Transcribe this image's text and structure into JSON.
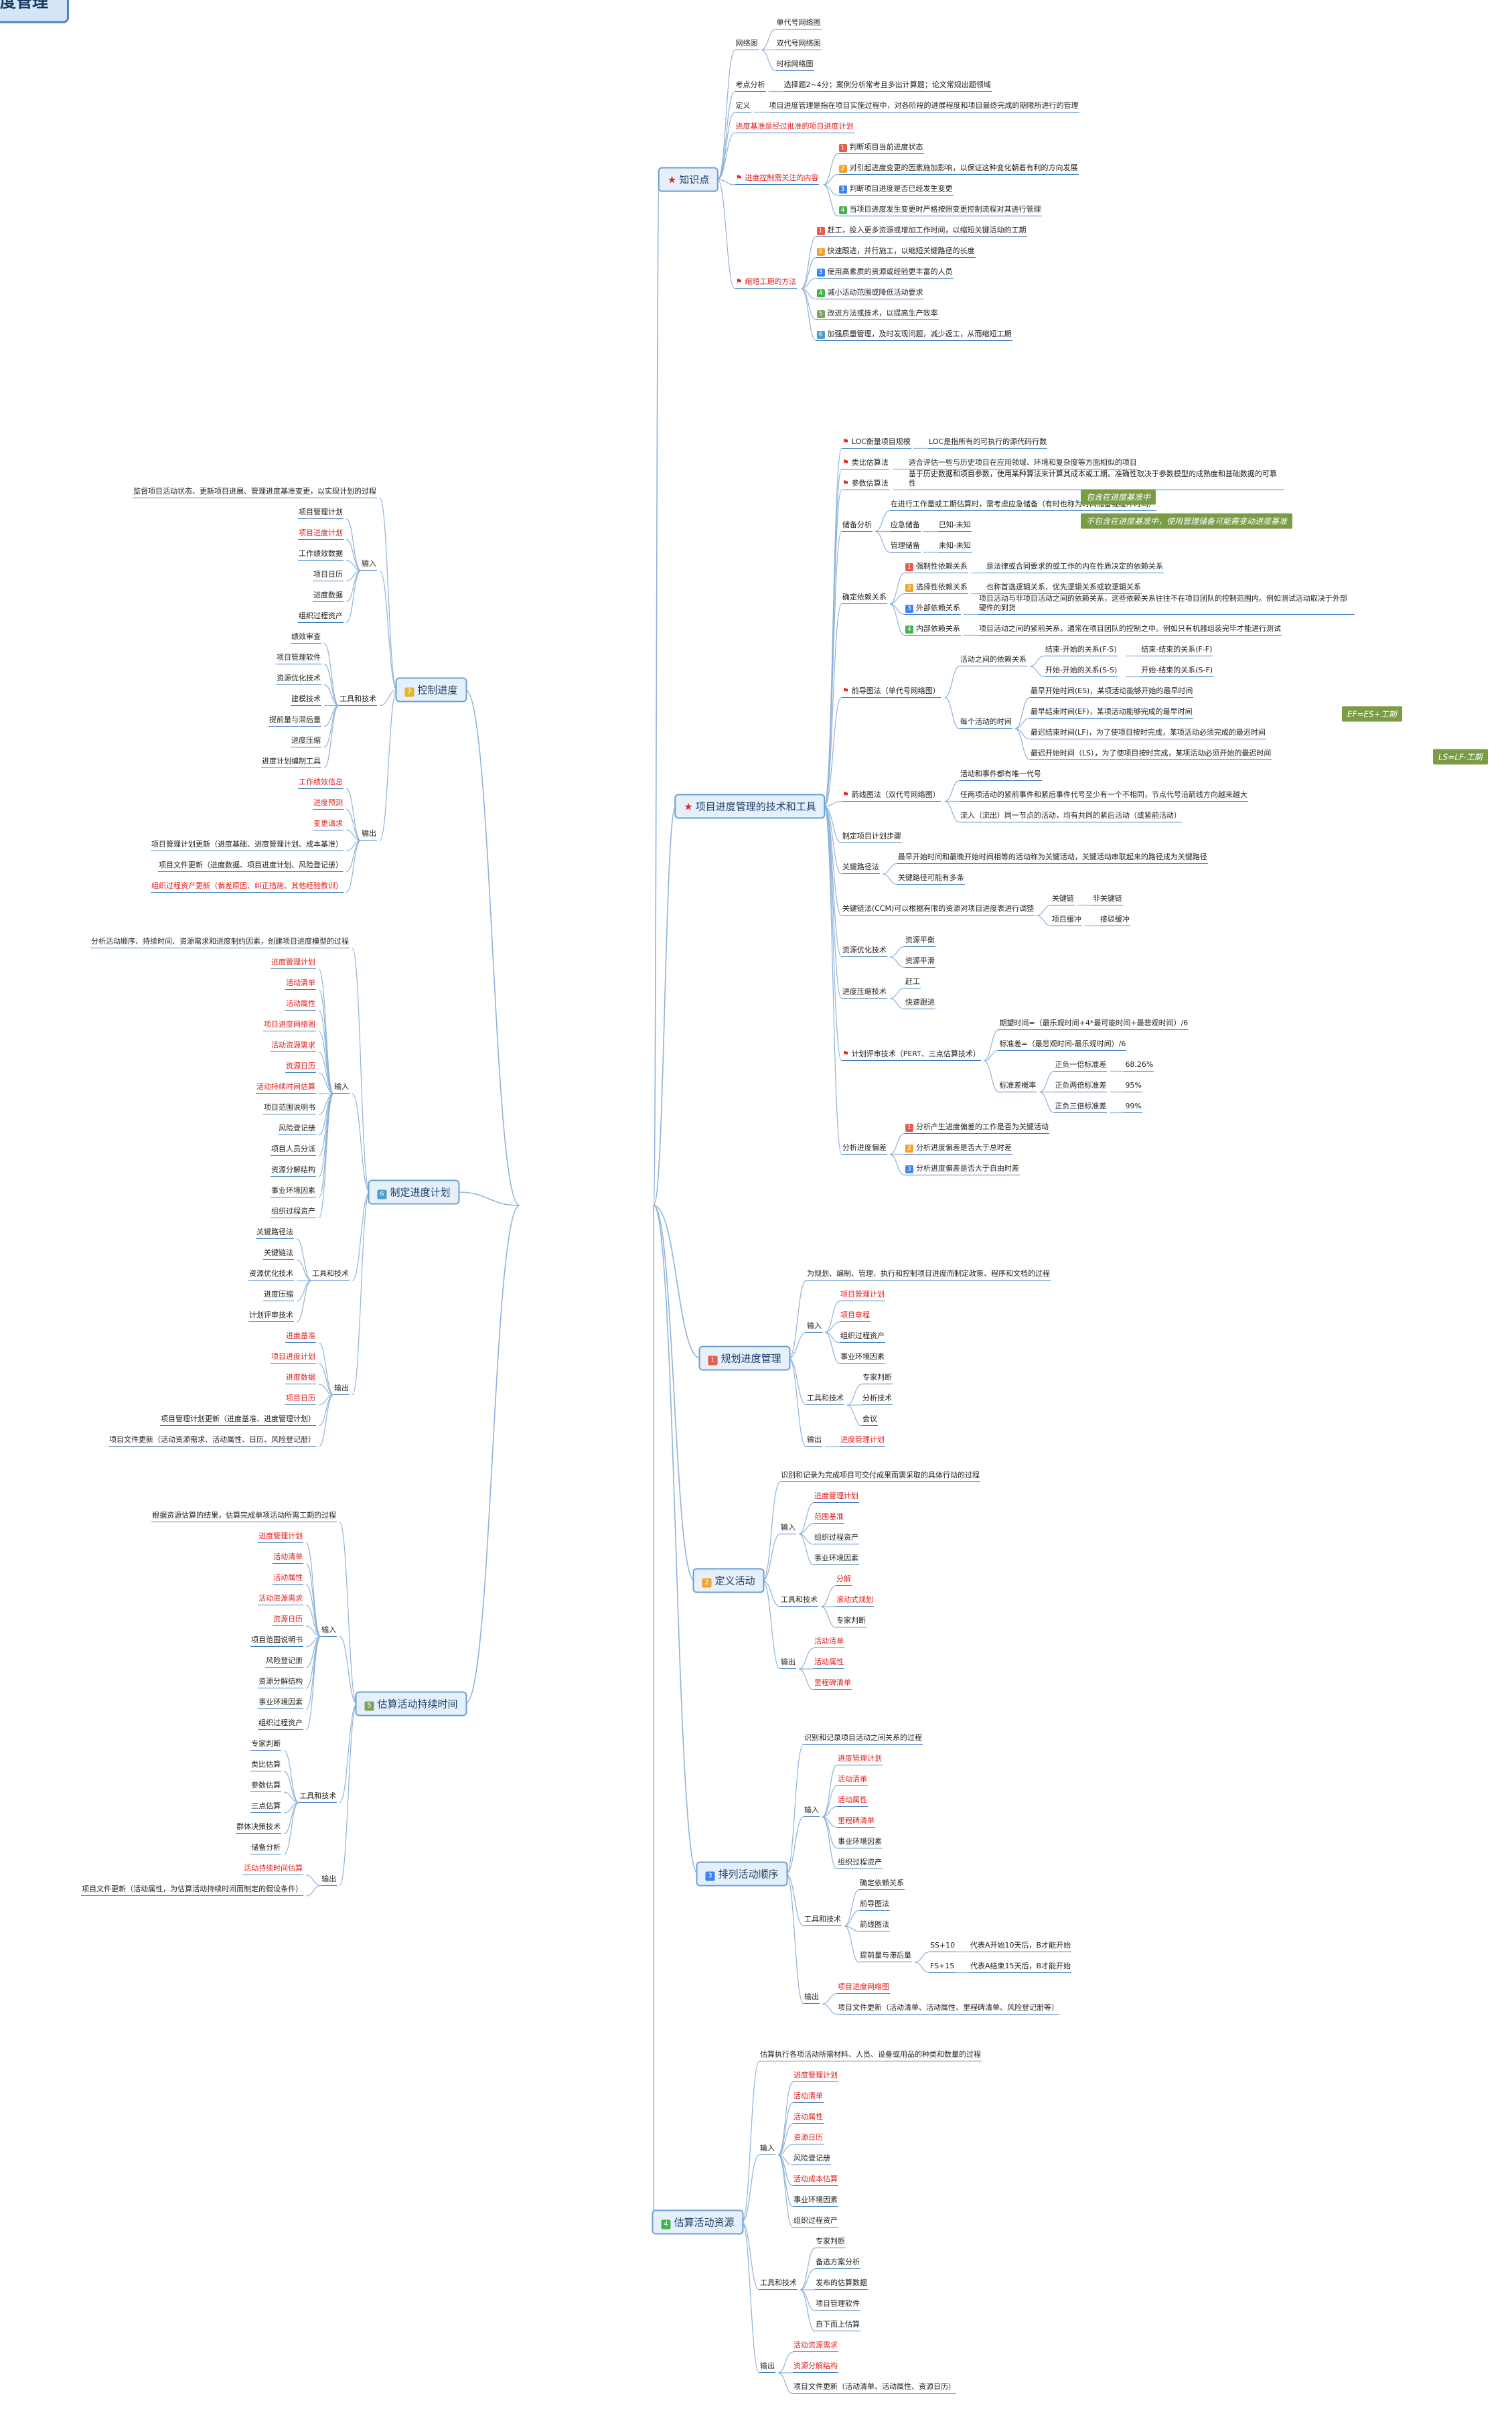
{
  "root": "项目进度管理",
  "branches": [
    {
      "label": "知识点",
      "icon": "star",
      "children": [
        {
          "label": "网络图",
          "children": [
            {
              "label": "单代号网络图"
            },
            {
              "label": "双代号网络图"
            },
            {
              "label": "时标网络图"
            }
          ]
        },
        {
          "label": "考点分析",
          "children": [
            {
              "label": "选择题2~4分；案例分析常考且多出计算题；论文常规出题领域"
            }
          ]
        },
        {
          "label": "定义",
          "children": [
            {
              "label": "项目进度管理是指在项目实施过程中，对各阶段的进展程度和项目最终完成的期限所进行的管理"
            }
          ]
        },
        {
          "label": "进度基准是经过批准的项目进度计划",
          "red": true
        },
        {
          "label": "进度控制需关注的内容",
          "red": true,
          "flag": true,
          "children": [
            {
              "label": "判断项目当前进度状态",
              "badge": "1"
            },
            {
              "label": "对引起进度变更的因素施加影响，以保证这种变化朝着有利的方向发展",
              "badge": "2"
            },
            {
              "label": "判断项目进度是否已经发生变更",
              "badge": "3"
            },
            {
              "label": "当项目进度发生变更时严格按照变更控制流程对其进行管理",
              "badge": "4"
            }
          ]
        },
        {
          "label": "缩短工期的方法",
          "red": true,
          "flag": true,
          "children": [
            {
              "label": "赶工，投入更多资源或增加工作时间，以缩短关键活动的工期",
              "badge": "1"
            },
            {
              "label": "快速跟进，并行施工，以缩短关键路径的长度",
              "badge": "2"
            },
            {
              "label": "使用高素质的资源或经验更丰富的人员",
              "badge": "3"
            },
            {
              "label": "减小活动范围或降低活动要求",
              "badge": "4"
            },
            {
              "label": "改进方法或技术，以提高生产效率",
              "badge": "5"
            },
            {
              "label": "加强质量管理，及时发现问题，减少返工，从而缩短工期",
              "badge": "6"
            }
          ]
        }
      ]
    },
    {
      "label": "项目进度管理的技术和工具",
      "icon": "star",
      "children": [
        {
          "label": "LOC衡量项目规模",
          "flag": true,
          "children": [
            {
              "label": "LOC是指所有的可执行的源代码行数"
            }
          ]
        },
        {
          "label": "类比估算法",
          "flag": true,
          "children": [
            {
              "label": "适合评估一些与历史项目在应用领域、环境和复杂度等方面相似的项目"
            }
          ]
        },
        {
          "label": "参数估算法",
          "flag": true,
          "children": [
            {
              "label": "基于历史数据和项目参数，使用某种算法来计算其成本或工期。准确性取决于参数模型的成熟度和基础数据的可靠性"
            }
          ]
        },
        {
          "label": "储备分析",
          "children": [
            {
              "label": "在进行工作量或工期估算时，需考虑应急储备（有时也称为时间储备或缓冲时间）"
            },
            {
              "label": "应急储备",
              "children": [
                {
                  "label": "已知-未知"
                }
              ]
            },
            {
              "label": "管理储备",
              "children": [
                {
                  "label": "未知-未知"
                }
              ]
            }
          ]
        },
        {
          "label": "确定依赖关系",
          "children": [
            {
              "label": "强制性依赖关系",
              "badge": "1",
              "children": [
                {
                  "label": "是法律或合同要求的或工作的内在性质决定的依赖关系"
                }
              ]
            },
            {
              "label": "选择性依赖关系",
              "badge": "2",
              "children": [
                {
                  "label": "也称首选逻辑关系、优先逻辑关系或软逻辑关系"
                }
              ]
            },
            {
              "label": "外部依赖关系",
              "badge": "3",
              "children": [
                {
                  "label": "项目活动与非项目活动之间的依赖关系，这些依赖关系往往不在项目团队的控制范围内。例如测试活动取决于外部硬件的到货"
                }
              ]
            },
            {
              "label": "内部依赖关系",
              "badge": "4",
              "children": [
                {
                  "label": "项目活动之间的紧前关系，通常在项目团队的控制之中。例如只有机器组装完毕才能进行测试"
                }
              ]
            }
          ]
        },
        {
          "label": "前导图法（单代号网络图）",
          "flag": true,
          "children": [
            {
              "label": "活动之间的依赖关系",
              "children": [
                {
                  "label": "结束-开始的关系(F-S)",
                  "children": [
                    {
                      "label": "结束-结束的关系(F-F)"
                    }
                  ]
                },
                {
                  "label": "开始-开始的关系(S-S)",
                  "children": [
                    {
                      "label": "开始-结束的关系(S-F)"
                    }
                  ]
                }
              ]
            },
            {
              "label": "每个活动的时间",
              "children": [
                {
                  "label": "最早开始时间(ES)，某项活动能够开始的最早时间"
                },
                {
                  "label": "最早结束时间(EF)，某项活动能够完成的最早时间"
                },
                {
                  "label": "最迟结束时间(LF)，为了使项目按时完成，某项活动必须完成的最迟时间"
                },
                {
                  "label": "最迟开始时间（LS），为了使项目按时完成，某项活动必须开始的最迟时间"
                }
              ]
            }
          ]
        },
        {
          "label": "箭线图法（双代号网络图）",
          "flag": true,
          "children": [
            {
              "label": "活动和事件都有唯一代号"
            },
            {
              "label": "任两项活动的紧前事件和紧后事件代号至少有一个不相同，节点代号沿箭线方向越来越大"
            },
            {
              "label": "流入（流出）同一节点的活动，均有共同的紧后活动（或紧前活动）"
            }
          ]
        },
        {
          "label": "制定项目计划步骤"
        },
        {
          "label": "关键路径法",
          "children": [
            {
              "label": "最早开始时间和最晚开始时间相等的活动称为关键活动，关键活动串联起来的路径成为关键路径"
            },
            {
              "label": "关键路径可能有多条"
            }
          ]
        },
        {
          "label": "关键链法(CCM)可以根据有限的资源对项目进度表进行调整",
          "children": [
            {
              "label": "关键链",
              "children": [
                {
                  "label": "非关键链"
                }
              ]
            },
            {
              "label": "项目缓冲",
              "children": [
                {
                  "label": "接驳缓冲"
                }
              ]
            }
          ]
        },
        {
          "label": "资源优化技术",
          "children": [
            {
              "label": "资源平衡"
            },
            {
              "label": "资源平滑"
            }
          ]
        },
        {
          "label": "进度压缩技术",
          "children": [
            {
              "label": "赶工"
            },
            {
              "label": "快速跟进"
            }
          ]
        },
        {
          "label": "计划评审技术（PERT、三点估算技术）",
          "flag": true,
          "children": [
            {
              "label": "期望时间=（最乐观时间+4*最可能时间+最悲观时间）/6"
            },
            {
              "label": "标准差=（最悲观时间-最乐观时间）/6"
            },
            {
              "label": "标准差概率",
              "children": [
                {
                  "label": "正负一倍标准差",
                  "children": [
                    {
                      "label": "68.26%"
                    }
                  ]
                },
                {
                  "label": "正负两倍标准差",
                  "children": [
                    {
                      "label": "95%"
                    }
                  ]
                },
                {
                  "label": "正负三倍标准差",
                  "children": [
                    {
                      "label": "99%"
                    }
                  ]
                }
              ]
            }
          ]
        },
        {
          "label": "分析进度偏差",
          "children": [
            {
              "label": "分析产生进度偏差的工作是否为关键活动",
              "badge": "1"
            },
            {
              "label": "分析进度偏差是否大于总时差",
              "badge": "2"
            },
            {
              "label": "分析进度偏差是否大于自由时差",
              "badge": "3"
            }
          ]
        }
      ]
    },
    {
      "label": "规划进度管理",
      "badge": "1",
      "children": [
        {
          "label": "为规划、编制、管理、执行和控制项目进度而制定政策、程序和文档的过程"
        },
        {
          "label": "输入",
          "children": [
            {
              "label": "项目管理计划",
              "red": true
            },
            {
              "label": "项目章程",
              "red": true
            },
            {
              "label": "组织过程资产"
            },
            {
              "label": "事业环境因素"
            }
          ]
        },
        {
          "label": "工具和技术",
          "children": [
            {
              "label": "专家判断"
            },
            {
              "label": "分析技术"
            },
            {
              "label": "会议"
            }
          ]
        },
        {
          "label": "输出",
          "children": [
            {
              "label": "进度管理计划",
              "red": true
            }
          ]
        }
      ]
    },
    {
      "label": "定义活动",
      "badge": "2",
      "children": [
        {
          "label": "识别和记录为完成项目可交付成果而需采取的具体行动的过程"
        },
        {
          "label": "输入",
          "children": [
            {
              "label": "进度管理计划",
              "red": true
            },
            {
              "label": "范围基准",
              "red": true
            },
            {
              "label": "组织过程资产"
            },
            {
              "label": "事业环境因素"
            }
          ]
        },
        {
          "label": "工具和技术",
          "children": [
            {
              "label": "分解",
              "red": true
            },
            {
              "label": "滚动式规划",
              "red": true
            },
            {
              "label": "专家判断"
            }
          ]
        },
        {
          "label": "输出",
          "children": [
            {
              "label": "活动清单",
              "red": true
            },
            {
              "label": "活动属性",
              "red": true
            },
            {
              "label": "里程碑清单",
              "red": true
            }
          ]
        }
      ]
    },
    {
      "label": "排列活动顺序",
      "badge": "3",
      "children": [
        {
          "label": "识别和记录项目活动之间关系的过程"
        },
        {
          "label": "输入",
          "children": [
            {
              "label": "进度管理计划",
              "red": true
            },
            {
              "label": "活动清单",
              "red": true
            },
            {
              "label": "活动属性",
              "red": true
            },
            {
              "label": "里程碑清单",
              "red": true
            },
            {
              "label": "事业环境因素"
            },
            {
              "label": "组织过程资产"
            }
          ]
        },
        {
          "label": "工具和技术",
          "children": [
            {
              "label": "确定依赖关系"
            },
            {
              "label": "前导图法"
            },
            {
              "label": "箭线图法"
            },
            {
              "label": "提前量与滞后量",
              "children": [
                {
                  "label": "SS+10",
                  "children": [
                    {
                      "label": "代表A开始10天后，B才能开始"
                    }
                  ]
                },
                {
                  "label": "FS+15",
                  "children": [
                    {
                      "label": "代表A结束15天后，B才能开始"
                    }
                  ]
                }
              ]
            }
          ]
        },
        {
          "label": "输出",
          "children": [
            {
              "label": "项目进度网络图",
              "red": true
            },
            {
              "label": "项目文件更新（活动清单、活动属性、里程碑清单、风险登记册等）"
            }
          ]
        }
      ]
    },
    {
      "label": "估算活动资源",
      "badge": "4",
      "children": [
        {
          "label": "估算执行各项活动所需材料、人员、设备或用品的种类和数量的过程"
        },
        {
          "label": "输入",
          "children": [
            {
              "label": "进度管理计划",
              "red": true
            },
            {
              "label": "活动清单",
              "red": true
            },
            {
              "label": "活动属性",
              "red": true
            },
            {
              "label": "资源日历",
              "red": true
            },
            {
              "label": "风险登记册"
            },
            {
              "label": "活动成本估算",
              "red": true
            },
            {
              "label": "事业环境因素"
            },
            {
              "label": "组织过程资产"
            }
          ]
        },
        {
          "label": "工具和技术",
          "children": [
            {
              "label": "专家判断"
            },
            {
              "label": "备选方案分析"
            },
            {
              "label": "发布的估算数据"
            },
            {
              "label": "项目管理软件"
            },
            {
              "label": "自下而上估算"
            }
          ]
        },
        {
          "label": "输出",
          "children": [
            {
              "label": "活动资源需求",
              "red": true
            },
            {
              "label": "资源分解结构",
              "red": true
            },
            {
              "label": "项目文件更新（活动清单、活动属性、资源日历）"
            }
          ]
        }
      ]
    },
    {
      "label": "估算活动持续时间",
      "badge": "5",
      "children": [
        {
          "label": "根据资源估算的结果，估算完成单项活动所需工期的过程"
        },
        {
          "label": "输入",
          "children": [
            {
              "label": "进度管理计划",
              "red": true
            },
            {
              "label": "活动清单",
              "red": true
            },
            {
              "label": "活动属性",
              "red": true
            },
            {
              "label": "活动资源需求",
              "red": true
            },
            {
              "label": "资源日历",
              "red": true
            },
            {
              "label": "项目范围说明书"
            },
            {
              "label": "风险登记册"
            },
            {
              "label": "资源分解结构"
            },
            {
              "label": "事业环境因素"
            },
            {
              "label": "组织过程资产"
            }
          ]
        },
        {
          "label": "工具和技术",
          "children": [
            {
              "label": "专家判断"
            },
            {
              "label": "类比估算"
            },
            {
              "label": "参数估算"
            },
            {
              "label": "三点估算"
            },
            {
              "label": "群体决策技术"
            },
            {
              "label": "储备分析"
            }
          ]
        },
        {
          "label": "输出",
          "children": [
            {
              "label": "活动持续时间估算",
              "red": true
            },
            {
              "label": "项目文件更新（活动属性，为估算活动持续时间而制定的假设条件）"
            }
          ]
        }
      ]
    },
    {
      "label": "制定进度计划",
      "badge": "6",
      "children": [
        {
          "label": "分析活动顺序、持续时间、资源需求和进度制约因素，创建项目进度模型的过程"
        },
        {
          "label": "输入",
          "children": [
            {
              "label": "进度管理计划",
              "red": true
            },
            {
              "label": "活动清单",
              "red": true
            },
            {
              "label": "活动属性",
              "red": true
            },
            {
              "label": "项目进度网络图",
              "red": true
            },
            {
              "label": "活动资源需求",
              "red": true
            },
            {
              "label": "资源日历",
              "red": true
            },
            {
              "label": "活动持续时间估算",
              "red": true
            },
            {
              "label": "项目范围说明书"
            },
            {
              "label": "风险登记册"
            },
            {
              "label": "项目人员分派"
            },
            {
              "label": "资源分解结构"
            },
            {
              "label": "事业环境因素"
            },
            {
              "label": "组织过程资产"
            }
          ]
        },
        {
          "label": "工具和技术",
          "children": [
            {
              "label": "关键路径法"
            },
            {
              "label": "关键链法"
            },
            {
              "label": "资源优化技术"
            },
            {
              "label": "进度压缩"
            },
            {
              "label": "计划评审技术"
            }
          ]
        },
        {
          "label": "输出",
          "children": [
            {
              "label": "进度基准",
              "red": true
            },
            {
              "label": "项目进度计划",
              "red": true
            },
            {
              "label": "进度数据",
              "red": true
            },
            {
              "label": "项目日历",
              "red": true
            },
            {
              "label": "项目管理计划更新（进度基准、进度管理计划）"
            },
            {
              "label": "项目文件更新（活动资源需求、活动属性、日历、风险登记册）"
            }
          ]
        }
      ]
    },
    {
      "label": "控制进度",
      "badge": "7",
      "children": [
        {
          "label": "监督项目活动状态、更新项目进展、管理进度基准变更，以实现计划的过程"
        },
        {
          "label": "输入",
          "children": [
            {
              "label": "项目管理计划"
            },
            {
              "label": "项目进度计划",
              "red": true
            },
            {
              "label": "工作绩效数据"
            },
            {
              "label": "项目日历"
            },
            {
              "label": "进度数据"
            },
            {
              "label": "组织过程资产"
            }
          ]
        },
        {
          "label": "工具和技术",
          "children": [
            {
              "label": "绩效审查"
            },
            {
              "label": "项目管理软件"
            },
            {
              "label": "资源优化技术"
            },
            {
              "label": "建模技术"
            },
            {
              "label": "提前量与滞后量"
            },
            {
              "label": "进度压缩"
            },
            {
              "label": "进度计划编制工具"
            }
          ]
        },
        {
          "label": "输出",
          "children": [
            {
              "label": "工作绩效信息",
              "red": true
            },
            {
              "label": "进度预测",
              "red": true
            },
            {
              "label": "变更请求",
              "red": true
            },
            {
              "label": "项目管理计划更新（进度基础、进度管理计划、成本基准）"
            },
            {
              "label": "项目文件更新（进度数据、项目进度计划、风险登记册）"
            },
            {
              "label": "组织过程资产更新（偏差原因、纠正措施、其他经验教训）",
              "red": true
            }
          ]
        }
      ]
    }
  ],
  "annotations": {
    "reserve_a": "包含在进度基准中",
    "reserve_b": "不包含在进度基准中，使用管理储备可能需变动进度基准",
    "ef_formula": "EF=ES+工期",
    "ls_formula": "LS=LF-工期"
  },
  "colors": {
    "edge": "#8fb3d9",
    "topic_border": "#6a9fd3",
    "topic_fill": "#e6f0fa",
    "note": "#7a9c45",
    "red_text": "#e21b1b",
    "underline": "#3f7fbf"
  }
}
